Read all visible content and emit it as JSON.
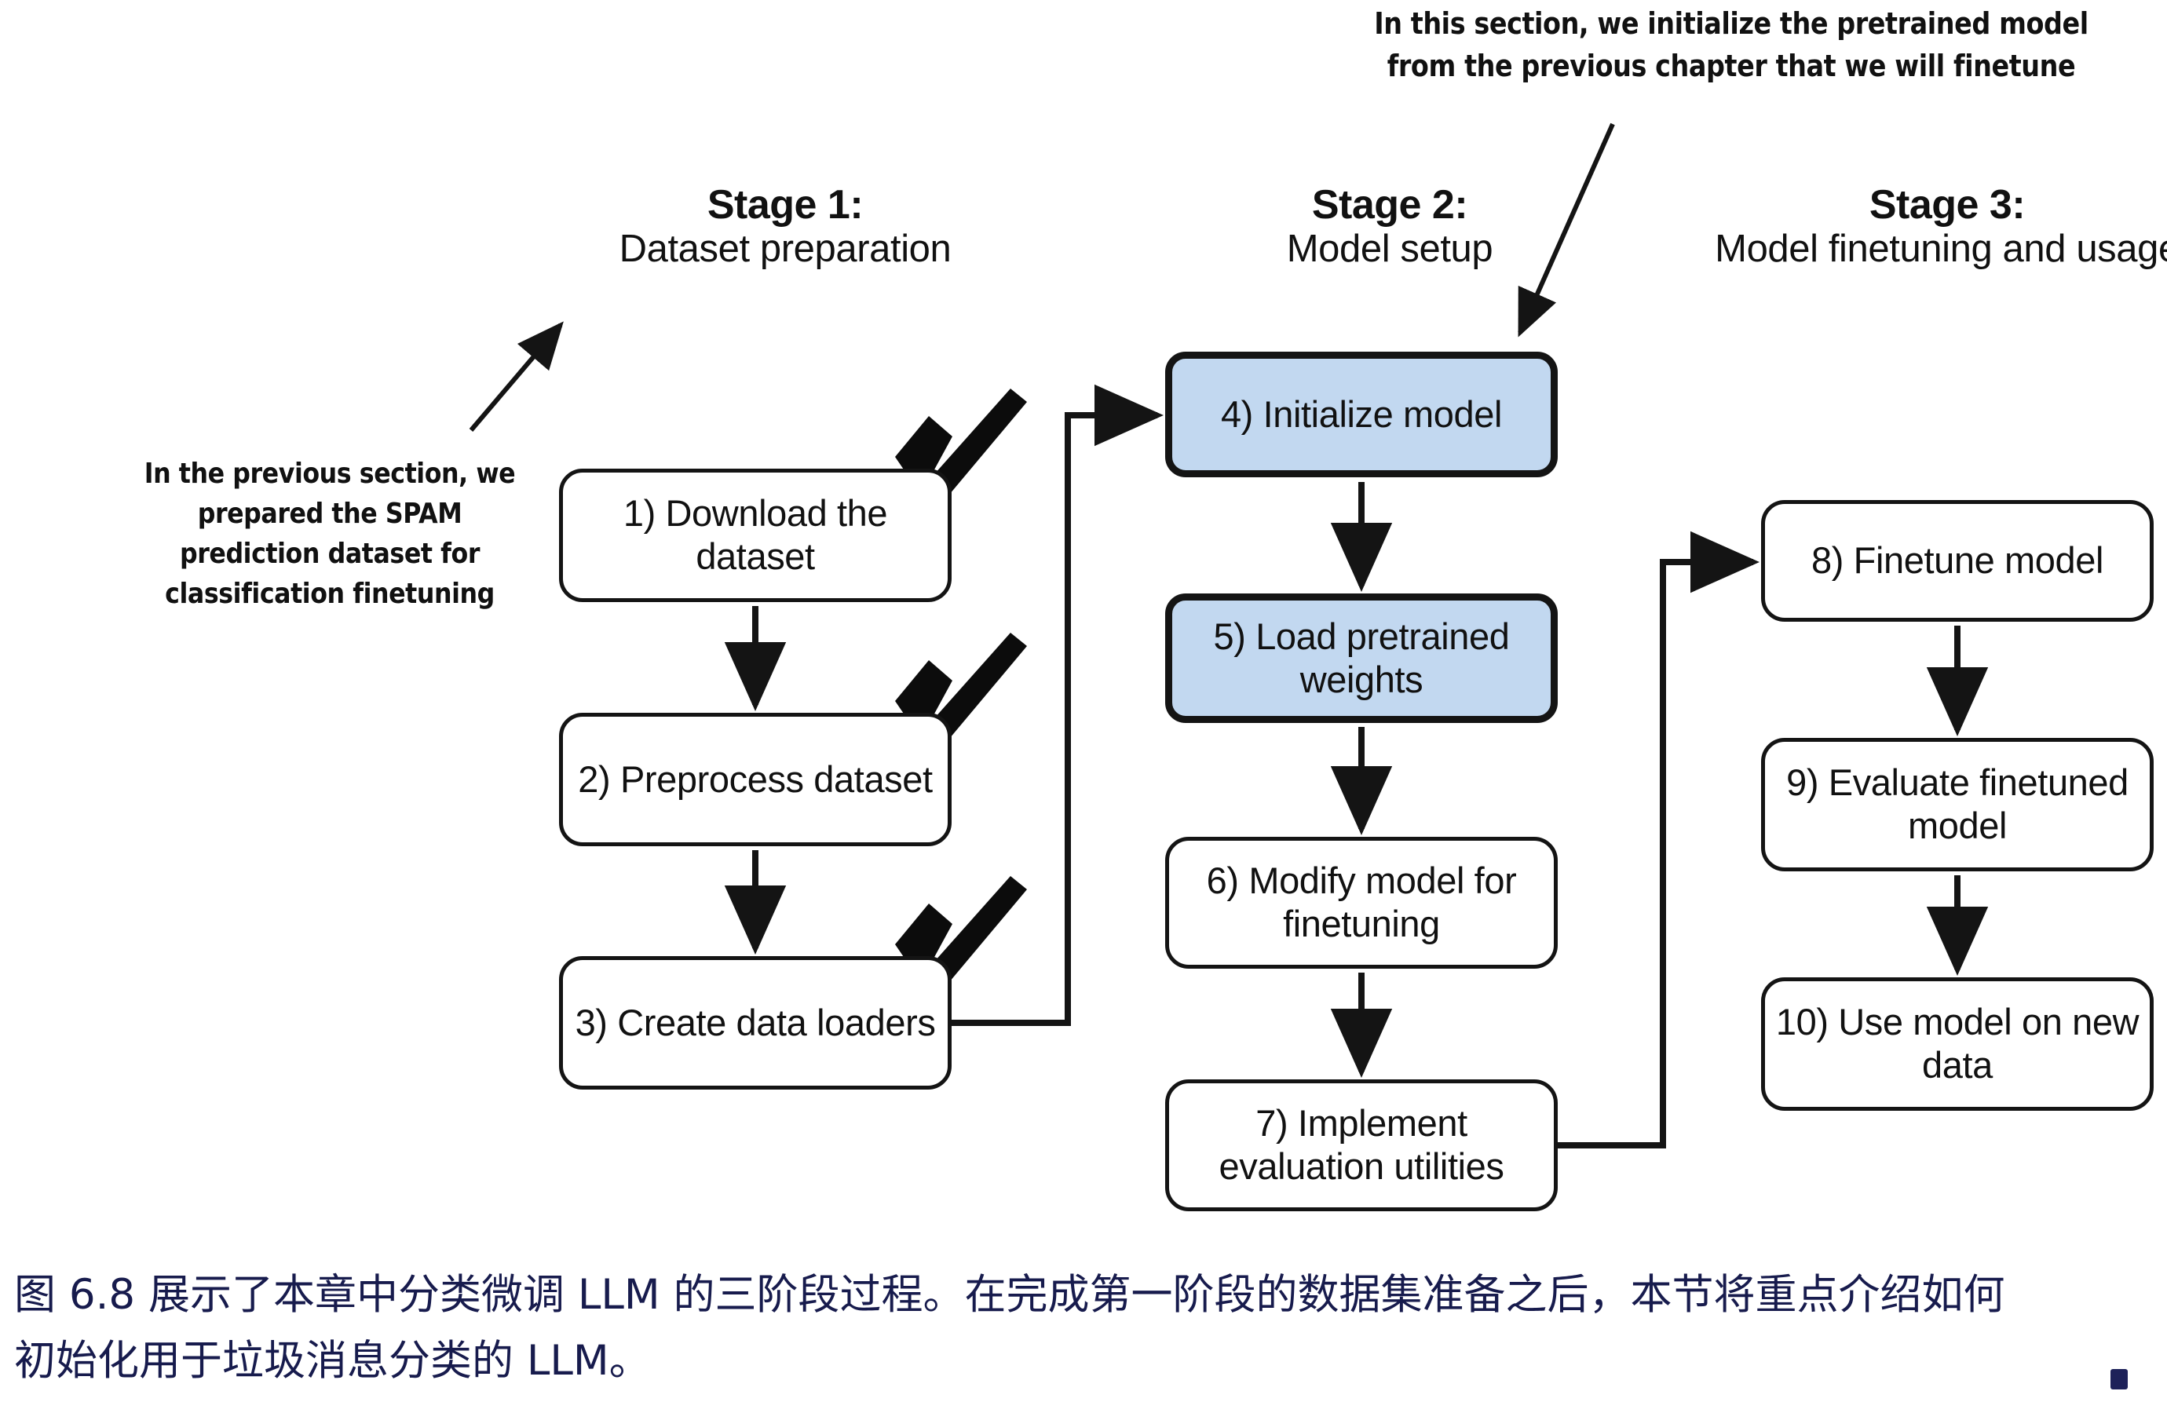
{
  "figure": {
    "title_id": "6.8",
    "annotations": {
      "top": "In this section, we initialize the pretrained model from the previous chapter that we will finetune",
      "left": "In the previous section, we prepared the SPAM prediction dataset for classification finetuning"
    },
    "stages": [
      {
        "id": "stage-1",
        "title": "Stage 1:",
        "subtitle": "Dataset preparation"
      },
      {
        "id": "stage-2",
        "title": "Stage 2:",
        "subtitle": "Model setup"
      },
      {
        "id": "stage-3",
        "title": "Stage 3:",
        "subtitle": "Model finetuning and usage"
      }
    ],
    "steps": [
      {
        "num": "1)",
        "label": "1) Download the dataset",
        "stage": 1,
        "done": true,
        "highlight": false
      },
      {
        "num": "2)",
        "label": "2) Preprocess dataset",
        "stage": 1,
        "done": true,
        "highlight": false
      },
      {
        "num": "3)",
        "label": "3) Create data loaders",
        "stage": 1,
        "done": true,
        "highlight": false
      },
      {
        "num": "4)",
        "label": "4) Initialize model",
        "stage": 2,
        "done": false,
        "highlight": true
      },
      {
        "num": "5)",
        "label": "5) Load pretrained weights",
        "stage": 2,
        "done": false,
        "highlight": true
      },
      {
        "num": "6)",
        "label": "6) Modify model for finetuning",
        "stage": 2,
        "done": false,
        "highlight": false
      },
      {
        "num": "7)",
        "label": "7) Implement evaluation utilities",
        "stage": 2,
        "done": false,
        "highlight": false
      },
      {
        "num": "8)",
        "label": "8) Finetune model",
        "stage": 3,
        "done": false,
        "highlight": false
      },
      {
        "num": "9)",
        "label": "9) Evaluate finetuned model",
        "stage": 3,
        "done": false,
        "highlight": false
      },
      {
        "num": "10)",
        "label": "10) Use model on new data",
        "stage": 3,
        "done": false,
        "highlight": false
      }
    ],
    "colors": {
      "highlight_fill": "#c2d8f0",
      "stroke": "#141414",
      "caption_text": "#171b4d",
      "background": "#ffffff"
    },
    "checkmark_count": 3
  },
  "caption": {
    "line1": "图 6.8 展示了本章中分类微调 LLM 的三阶段过程。在完成第一阶段的数据集准备之后，本节将重点介绍如何",
    "line2": "初始化用于垃圾消息分类的 LLM。"
  }
}
